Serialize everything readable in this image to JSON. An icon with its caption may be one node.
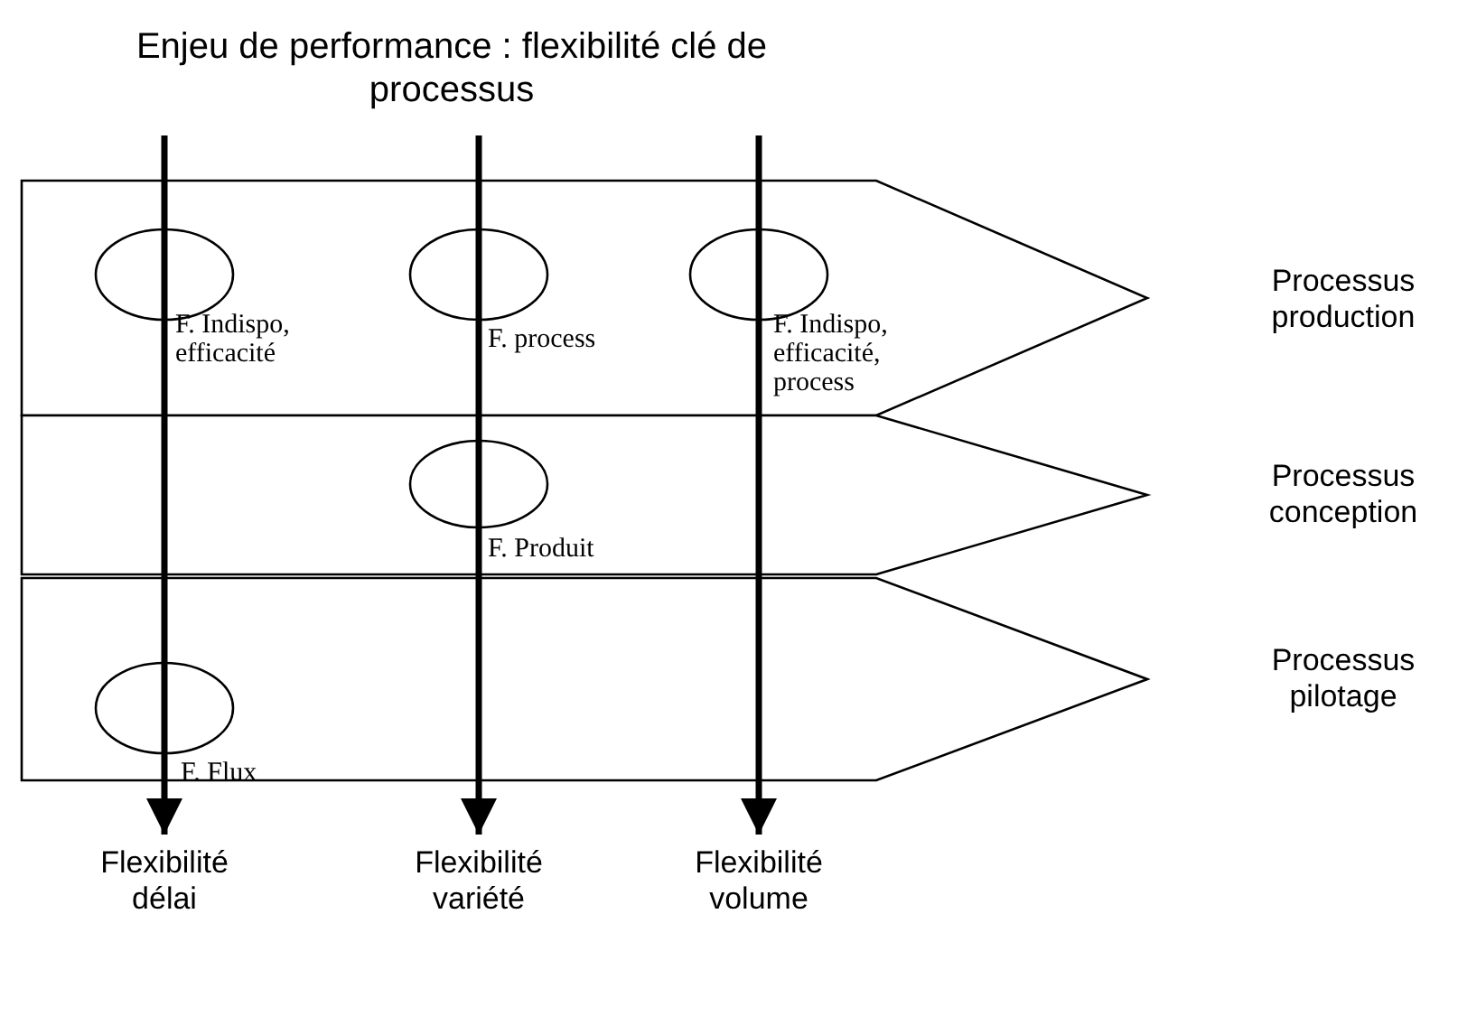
{
  "diagram": {
    "title": "Enjeu de performance : flexibilité clé de processus",
    "nodes": [
      {
        "text": [],
        "shape": "chevron"
      },
      {
        "text": [
          "F. Indispo, efficacité"
        ],
        "in": 0
      },
      {
        "text": [
          "F. process"
        ],
        "in": 0
      },
      {
        "text": [
          "F. Indispo, efficacité, process"
        ],
        "in": 0
      },
      {
        "text": [],
        "shape": "chevron"
      },
      {
        "text": [
          "F. Produit"
        ],
        "in": 4
      },
      {
        "text": [],
        "shape": "chevron"
      },
      {
        "text": [
          "F. Flux"
        ],
        "in": 6
      },
      {
        "text": [
          "Flexibilité délai"
        ]
      },
      {
        "text": [
          "Flexibilité variété"
        ]
      },
      {
        "text": [
          "Flexibilité volume"
        ]
      }
    ],
    "edges": [
      {
        "from": null,
        "to": 8,
        "arrow": "to"
      },
      {
        "from": null,
        "to": 9,
        "arrow": "to"
      },
      {
        "from": null,
        "to": 10,
        "arrow": "to"
      }
    ],
    "labels": [
      "Processus production",
      "Processus conception",
      "Processus pilotage"
    ]
  }
}
